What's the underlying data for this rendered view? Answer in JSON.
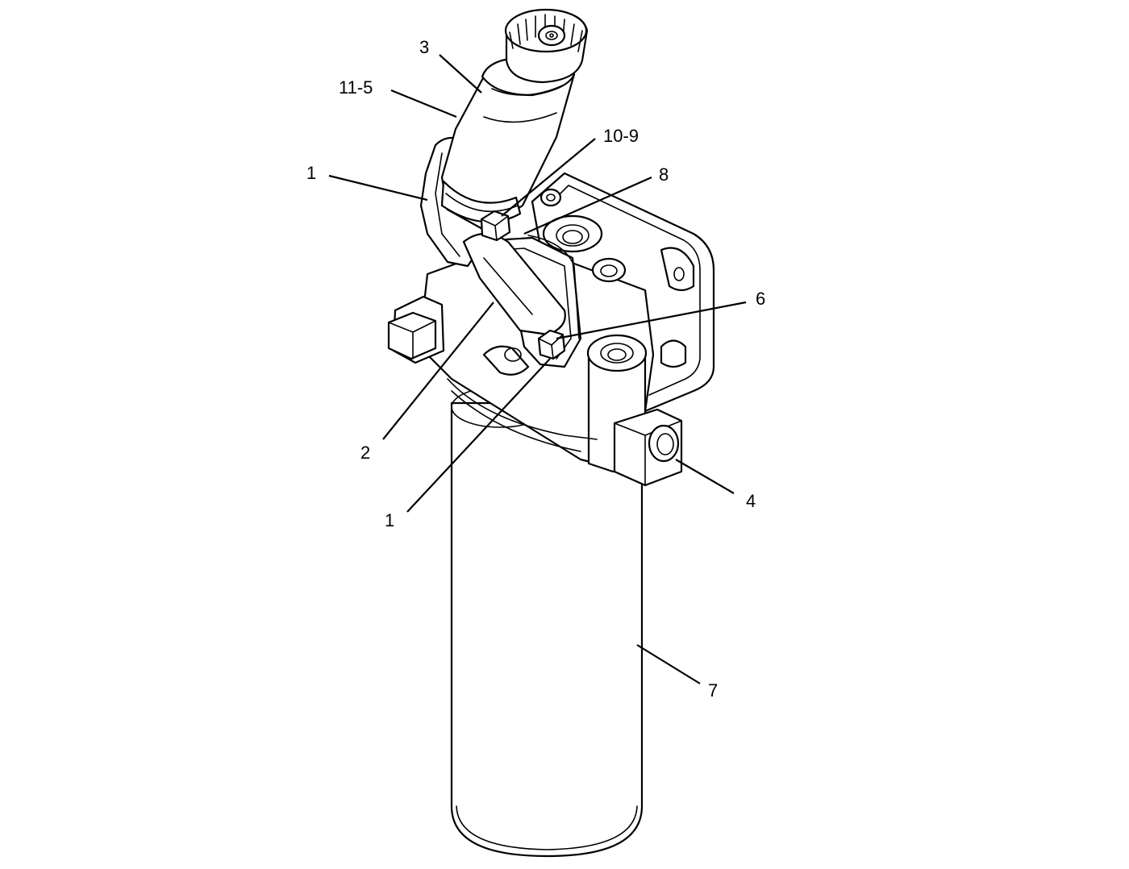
{
  "callouts": [
    {
      "id": "c3",
      "label": "3"
    },
    {
      "id": "c11_5",
      "label": "11-5"
    },
    {
      "id": "c10_9",
      "label": "10-9"
    },
    {
      "id": "c1_top",
      "label": "1"
    },
    {
      "id": "c8",
      "label": "8"
    },
    {
      "id": "c6",
      "label": "6"
    },
    {
      "id": "c2",
      "label": "2"
    },
    {
      "id": "c1_bottom",
      "label": "1"
    },
    {
      "id": "c4",
      "label": "4"
    },
    {
      "id": "c7",
      "label": "7"
    }
  ],
  "colors": {
    "line": "#000000",
    "background": "#ffffff"
  }
}
